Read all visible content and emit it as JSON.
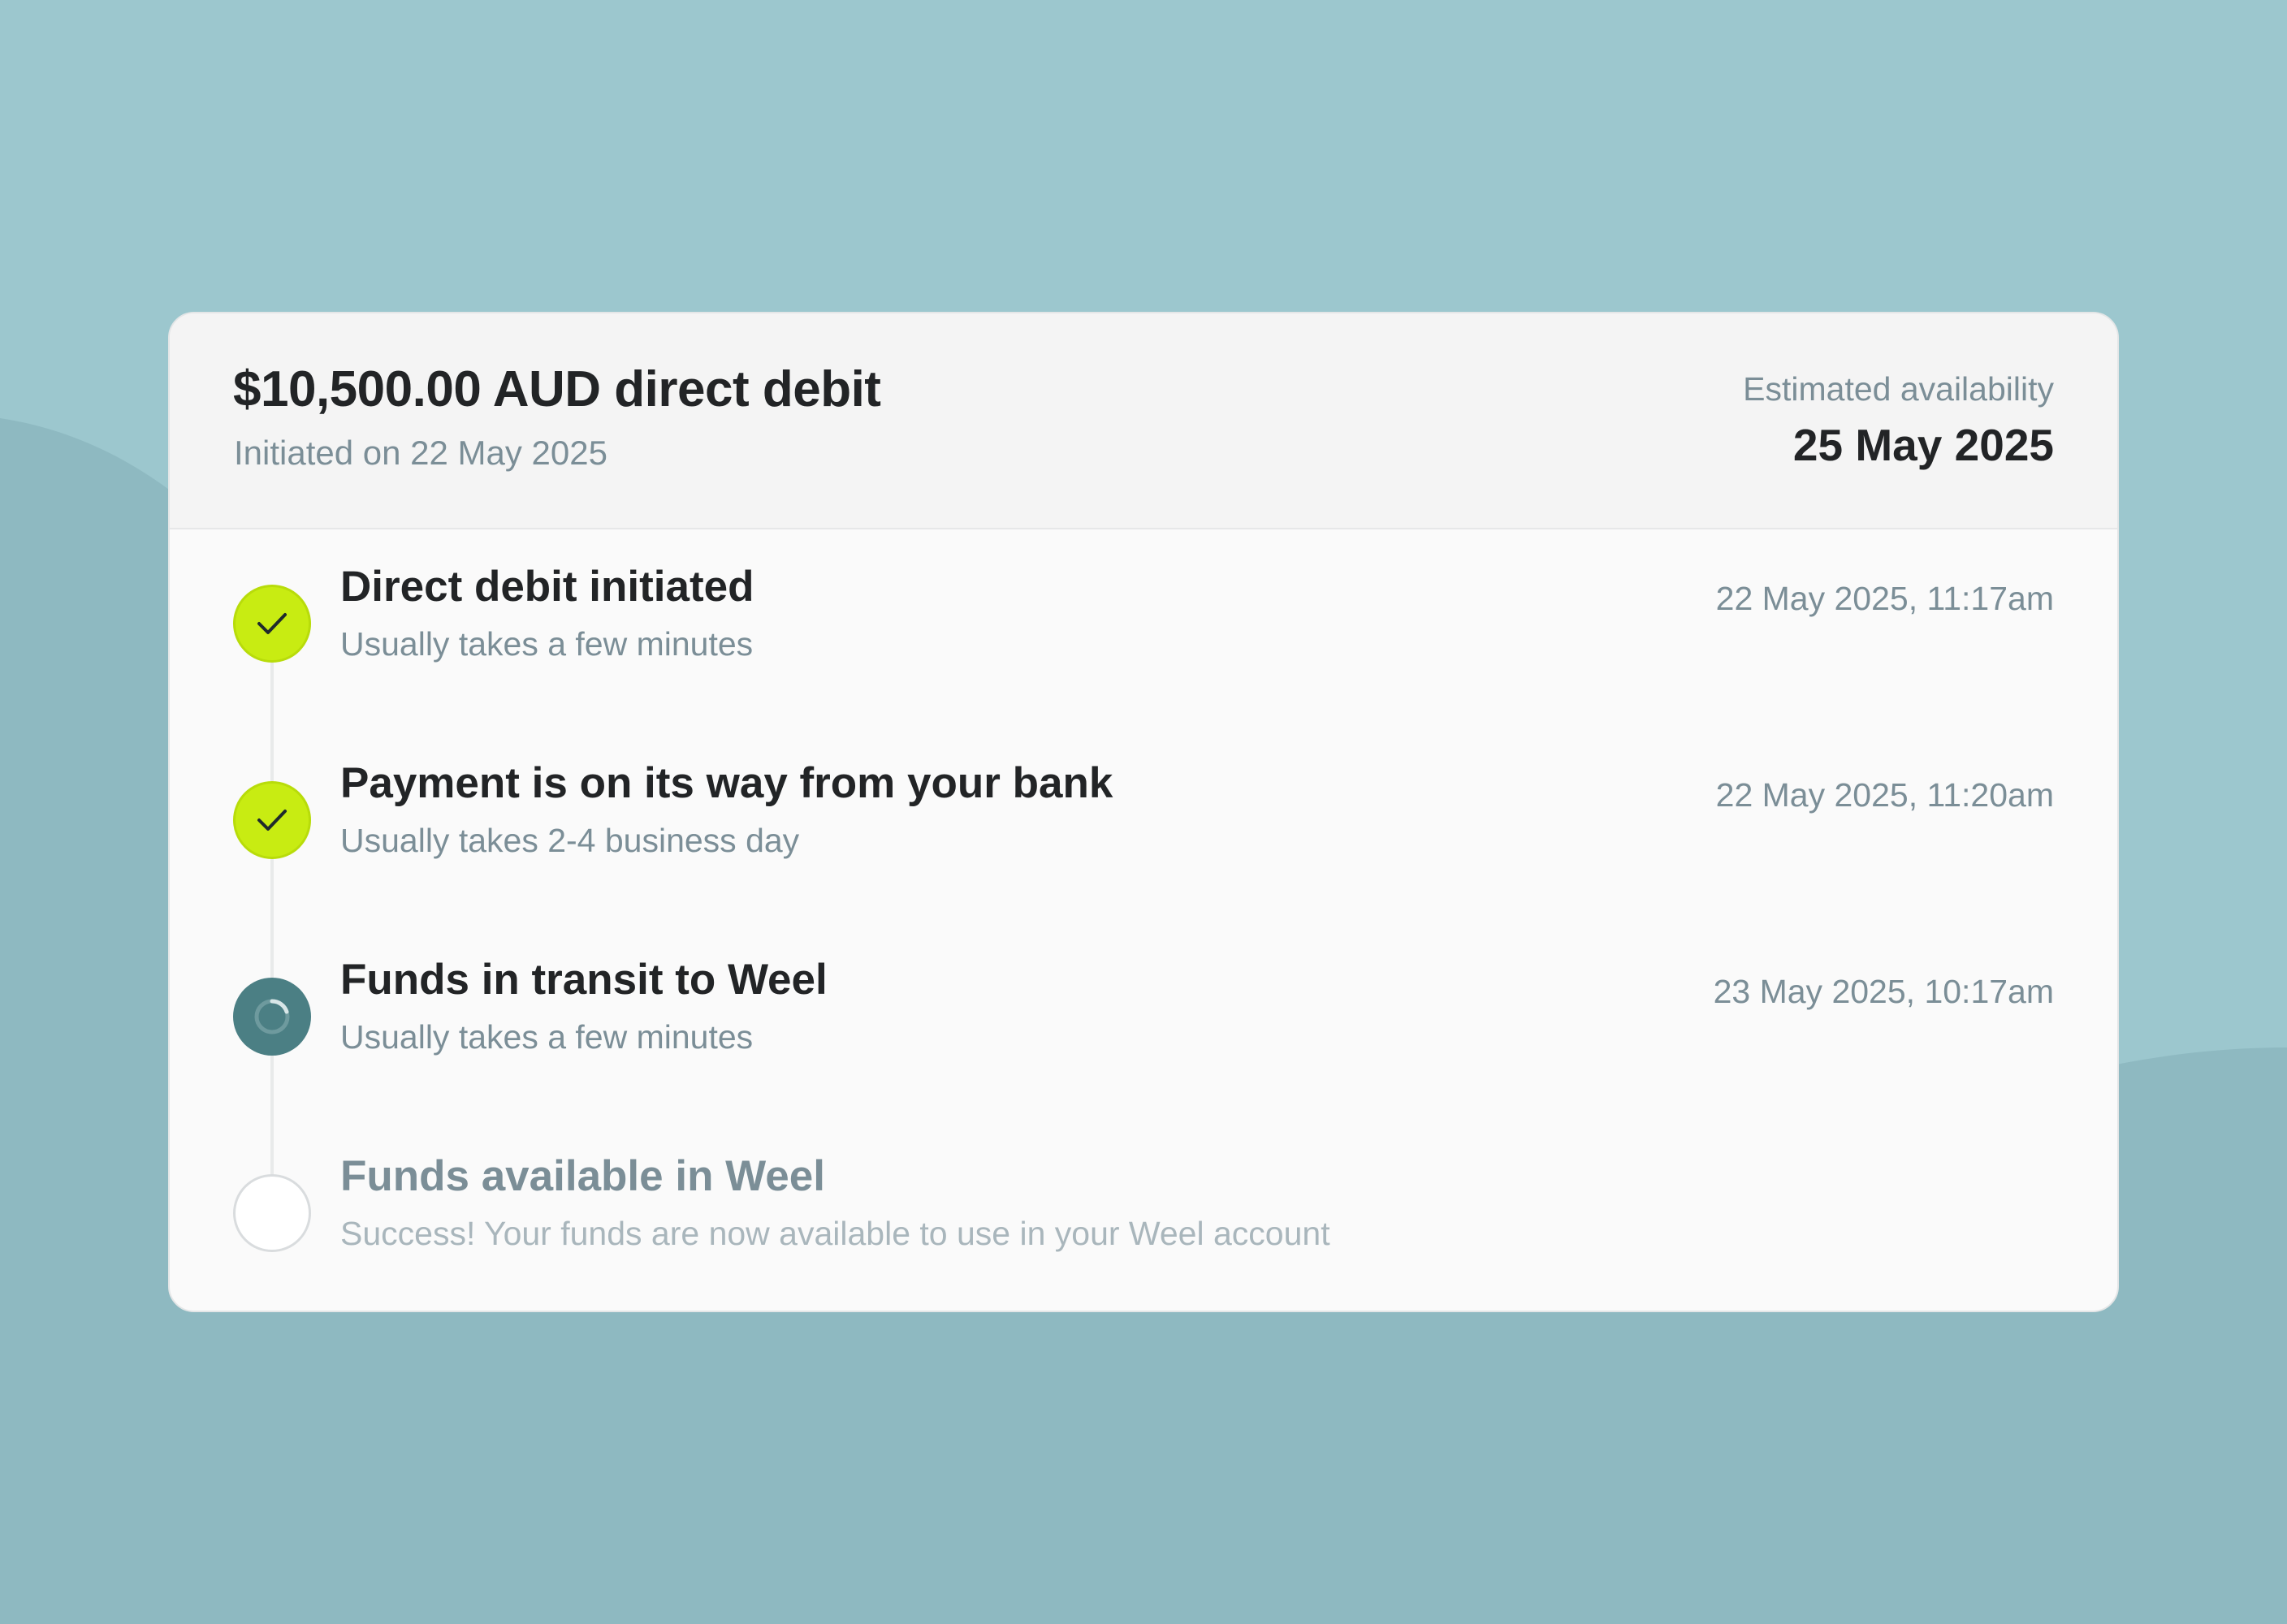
{
  "transfer": {
    "title": "$10,500.00 AUD direct debit",
    "initiated_text": "Initiated on 22 May 2025",
    "estimate_label": "Estimated availability",
    "estimate_date": "25 May 2025"
  },
  "steps": [
    {
      "title": "Direct debit initiated",
      "subtitle": "Usually takes a few minutes",
      "time": "22 May 2025, 11:17am",
      "status": "complete",
      "icon": "check-icon"
    },
    {
      "title": "Payment is on its way from your bank",
      "subtitle": "Usually takes 2-4 business day",
      "time": "22 May 2025, 11:20am",
      "status": "complete",
      "icon": "check-icon"
    },
    {
      "title": "Funds in transit to Weel",
      "subtitle": "Usually takes a few minutes",
      "time": "23 May 2025, 10:17am",
      "status": "in-progress",
      "icon": "spinner-icon"
    },
    {
      "title": "Funds available in Weel",
      "subtitle": "Success! Your funds are now available to use in your Weel account",
      "time": "",
      "status": "pending",
      "icon": "empty-circle-icon"
    }
  ],
  "colors": {
    "background": "#8eb9c1",
    "background_light": "#9cc7ce",
    "complete": "#c8ec12",
    "in_progress": "#4b7f84",
    "text_primary": "#222426",
    "text_secondary": "#7b8e97",
    "text_muted": "#a9b6bc"
  }
}
